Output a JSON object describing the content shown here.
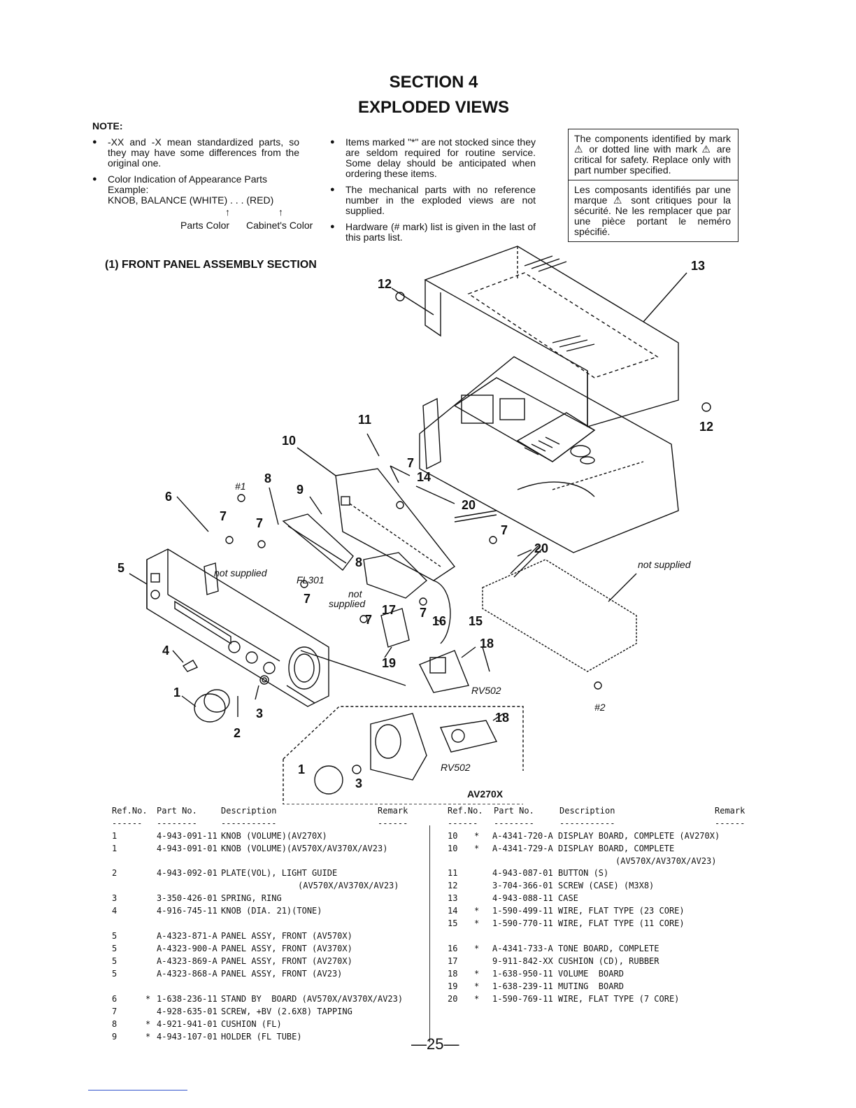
{
  "header": {
    "section": "SECTION 4",
    "title": "EXPLODED VIEWS"
  },
  "note": {
    "label": "NOTE:",
    "col1": {
      "item1": "-XX and -X mean standardized parts, so they may have some differences from the original one.",
      "item2": "Color Indication of Appearance Parts",
      "example": "Example:",
      "example_line": "KNOB, BALANCE (WHITE) . . . (RED)",
      "arrow": "↑",
      "parts_color": "Parts Color",
      "cabinet_color": "Cabinet's Color"
    },
    "col2": {
      "item1": "Items marked \"*\" are not stocked since they are seldom required for routine service. Some delay should be anticipated when ordering these items.",
      "item2": "The mechanical parts with no reference number in the exploded views are not supplied.",
      "item3": "Hardware (# mark) list is given in the last of this parts list."
    },
    "safety": {
      "en": "The components identified by mark ⚠ or dotted line with mark ⚠ are critical for safety. Replace only with part number specified.",
      "fr": "Les composants identifiés par une marque ⚠ sont critiques pour la sécurité. Ne les remplacer que par une pièce portant le neméro spécifié."
    }
  },
  "section_title": "(1) FRONT PANEL ASSEMBLY SECTION",
  "diagram": {
    "c1": "1",
    "c2": "2",
    "c3": "3",
    "c4": "4",
    "c5": "5",
    "c6": "6",
    "c7": "7",
    "c8": "8",
    "c9": "9",
    "c10": "10",
    "c11": "11",
    "c12": "12",
    "c13": "13",
    "c14": "14",
    "c15": "15",
    "c16": "16",
    "c17": "17",
    "c18": "18",
    "c19": "19",
    "c20": "20",
    "h1": "#1",
    "h2": "#2",
    "fl301": "FL301",
    "rv502": "RV502",
    "not_supplied": "not supplied",
    "not": "not",
    "supplied": "supplied",
    "av270x": "AV270X"
  },
  "table": {
    "headers": {
      "ref": "Ref.No.",
      "part": "Part No.",
      "desc": "Description",
      "remark": "Remark"
    },
    "dash": {
      "ref": "------",
      "part": "--------",
      "desc": "-----------",
      "remark": "------"
    },
    "left": [
      {
        "ref": "1",
        "mark": "",
        "part": "4-943-091-11",
        "desc": "KNOB (VOLUME)(AV270X)"
      },
      {
        "ref": "1",
        "mark": "",
        "part": "4-943-091-01",
        "desc": "KNOB (VOLUME)(AV570X/AV370X/AV23)"
      },
      {
        "ref": "2",
        "mark": "",
        "part": "4-943-092-01",
        "desc": "PLATE(VOL), LIGHT GUIDE"
      },
      {
        "ref": "",
        "mark": "",
        "part": "",
        "desc": "(AV570X/AV370X/AV23)"
      },
      {
        "ref": "3",
        "mark": "",
        "part": "3-350-426-01",
        "desc": "SPRING, RING"
      },
      {
        "ref": "4",
        "mark": "",
        "part": "4-916-745-11",
        "desc": "KNOB (DIA. 21)(TONE)"
      },
      {
        "ref": "5",
        "mark": "",
        "part": "A-4323-871-A",
        "desc": "PANEL ASSY, FRONT (AV570X)"
      },
      {
        "ref": "5",
        "mark": "",
        "part": "A-4323-900-A",
        "desc": "PANEL ASSY, FRONT (AV370X)"
      },
      {
        "ref": "5",
        "mark": "",
        "part": "A-4323-869-A",
        "desc": "PANEL ASSY, FRONT (AV270X)"
      },
      {
        "ref": "5",
        "mark": "",
        "part": "A-4323-868-A",
        "desc": "PANEL ASSY, FRONT (AV23)"
      },
      {
        "ref": "6",
        "mark": "*",
        "part": "1-638-236-11",
        "desc": "STAND BY  BOARD (AV570X/AV370X/AV23)"
      },
      {
        "ref": "7",
        "mark": "",
        "part": "4-928-635-01",
        "desc": "SCREW, +BV (2.6X8) TAPPING"
      },
      {
        "ref": "8",
        "mark": "*",
        "part": "4-921-941-01",
        "desc": "CUSHION (FL)"
      },
      {
        "ref": "9",
        "mark": "*",
        "part": "4-943-107-01",
        "desc": "HOLDER (FL TUBE)"
      }
    ],
    "right": [
      {
        "ref": "10",
        "mark": "*",
        "part": "A-4341-720-A",
        "desc": "DISPLAY BOARD, COMPLETE (AV270X)"
      },
      {
        "ref": "10",
        "mark": "*",
        "part": "A-4341-729-A",
        "desc": "DISPLAY BOARD, COMPLETE"
      },
      {
        "ref": "",
        "mark": "",
        "part": "",
        "desc": "(AV570X/AV370X/AV23)"
      },
      {
        "ref": "11",
        "mark": "",
        "part": "4-943-087-01",
        "desc": "BUTTON (S)"
      },
      {
        "ref": "12",
        "mark": "",
        "part": "3-704-366-01",
        "desc": "SCREW (CASE) (M3X8)"
      },
      {
        "ref": "13",
        "mark": "",
        "part": "4-943-088-11",
        "desc": "CASE"
      },
      {
        "ref": "14",
        "mark": "*",
        "part": "1-590-499-11",
        "desc": "WIRE, FLAT TYPE (23 CORE)"
      },
      {
        "ref": "15",
        "mark": "*",
        "part": "1-590-770-11",
        "desc": "WIRE, FLAT TYPE (11 CORE)"
      },
      {
        "ref": "16",
        "mark": "*",
        "part": "A-4341-733-A",
        "desc": "TONE BOARD, COMPLETE"
      },
      {
        "ref": "17",
        "mark": "",
        "part": "9-911-842-XX",
        "desc": "CUSHION (CD), RUBBER"
      },
      {
        "ref": "18",
        "mark": "*",
        "part": "1-638-950-11",
        "desc": "VOLUME  BOARD"
      },
      {
        "ref": "19",
        "mark": "*",
        "part": "1-638-239-11",
        "desc": "MUTING  BOARD"
      },
      {
        "ref": "20",
        "mark": "*",
        "part": "1-590-769-11",
        "desc": "WIRE, FLAT TYPE (7 CORE)"
      }
    ]
  },
  "page_number": "—25—"
}
